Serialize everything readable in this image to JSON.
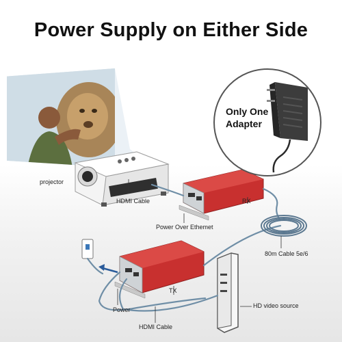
{
  "title": "Power Supply on Either Side",
  "callout": {
    "line1": "Only One",
    "line2": "Adapter"
  },
  "labels": {
    "projector": "projector",
    "hdmi_cable_top": "HDMI Cable",
    "rx": "RX",
    "power_over_ethernet": "Power Over Ethemet",
    "cable_80m": "80m Cable 5e/6",
    "tx": "TX",
    "hd_video_source": "HD video source",
    "power": "Power",
    "hdmi_cable_bottom": "HDMI Cable"
  },
  "colors": {
    "device_red": "#c8302f",
    "cable_blue": "#6f8ea6",
    "arrow_blue": "#2a5b9a"
  }
}
